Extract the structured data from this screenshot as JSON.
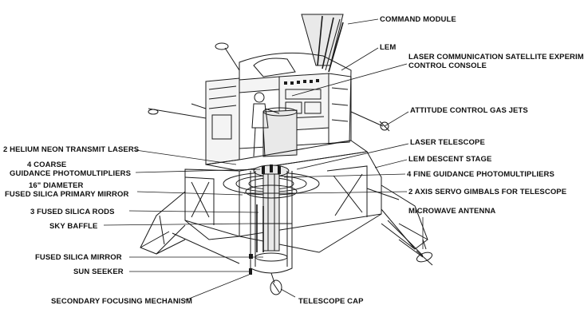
{
  "labels": {
    "command_module": "COMMAND MODULE",
    "lem": "LEM",
    "console_line1": "LASER COMMUNICATION SATELLITE EXPERIMENT",
    "console_line2": "CONTROL CONSOLE",
    "attitude_jets": "ATTITUDE CONTROL GAS JETS",
    "laser_telescope": "LASER TELESCOPE",
    "lem_descent": "LEM DESCENT STAGE",
    "fine_guidance": "4 FINE GUIDANCE PHOTOMULTIPLIERS",
    "servo_gimbals": "2 AXIS SERVO GIMBALS FOR TELESCOPE",
    "microwave_antenna": "MICROWAVE ANTENNA",
    "helium_neon": "2 HELIUM NEON TRANSMIT LASERS",
    "coarse_line1": "4 COARSE",
    "coarse_line2": "GUIDANCE PHOTOMULTIPLIERS",
    "mirror_line1": "16\" DIAMETER",
    "mirror_line2": "FUSED SILICA PRIMARY MIRROR",
    "silica_rods": "3 FUSED SILICA RODS",
    "sky_baffle": "SKY BAFFLE",
    "fused_mirror": "FUSED SILICA MIRROR",
    "sun_seeker": "SUN SEEKER",
    "secondary_focusing": "SECONDARY FOCUSING MECHANISM",
    "telescope_cap": "TELESCOPE CAP"
  }
}
